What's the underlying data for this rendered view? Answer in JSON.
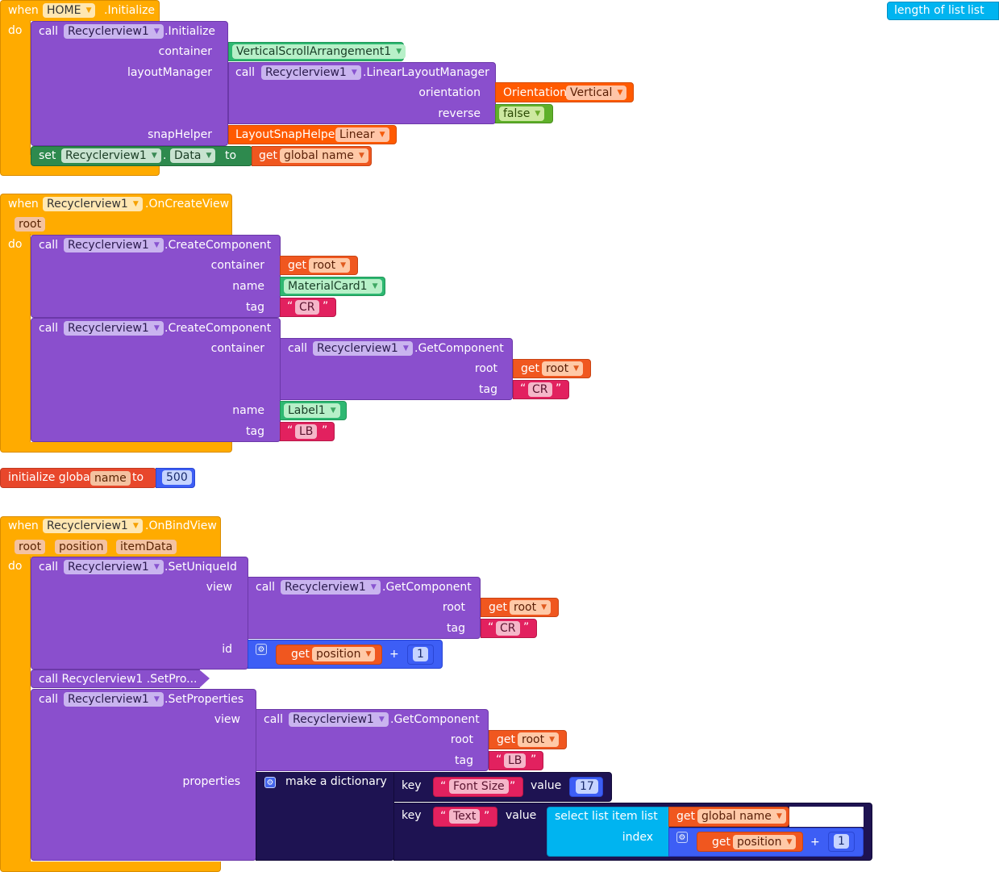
{
  "colors": {
    "event_orange": "#ffab00",
    "component_purple": "#8a4fcd",
    "component_green": "#2eb872",
    "setter_dark_green": "#2e8a4e",
    "option_orange": "#ff5a00",
    "logic_green": "#5fb02a",
    "variable_orange": "#f0571f",
    "text_pink": "#e2215f",
    "math_blue": "#3d5ef5",
    "list_cyan": "#00b4f0",
    "dictionary_navy": "#1e1352"
  },
  "floating": {
    "length_of_list": "length of list",
    "list_socket": "list"
  },
  "b1": {
    "when": "when",
    "component": "HOME",
    "event": ".Initialize",
    "do": "do",
    "call": "call",
    "rv": "Recyclerview1",
    "method": ".Initialize",
    "container_label": "container",
    "container_value": "VerticalScrollArrangement1",
    "layout_label": "layoutManager",
    "call2": "call",
    "rv2": "Recyclerview1",
    "method2": ".LinearLayoutManager",
    "orientation_label": "orientation",
    "orientation_helper": "Orientation",
    "orientation_value": "Vertical",
    "reverse_label": "reverse",
    "reverse_value": "false",
    "snap_label": "snapHelper",
    "snap_helper": "LayoutSnapHelper",
    "snap_value": "Linear",
    "set": "set",
    "set_comp": "Recyclerview1",
    "dot": ".",
    "set_prop": "Data",
    "to": "to",
    "get": "get",
    "get_var": "global name"
  },
  "b2": {
    "when": "when",
    "component": "Recyclerview1",
    "event": ".OnCreateView",
    "param": "root",
    "do": "do",
    "call1": "call",
    "rv1": "Recyclerview1",
    "method1": ".CreateComponent",
    "container_label": "container",
    "get1": "get",
    "root1": "root",
    "name_label": "name",
    "name_value": "MaterialCard1",
    "tag_label": "tag",
    "tag_value": "CR",
    "call2": "call",
    "rv2": "Recyclerview1",
    "method2": ".CreateComponent",
    "container2_label": "container",
    "call3": "call",
    "rv3": "Recyclerview1",
    "method3": ".GetComponent",
    "root_label": "root",
    "get2": "get",
    "root2": "root",
    "tag2_label": "tag",
    "tag2_value": "CR",
    "name2_label": "name",
    "name2_value": "Label1",
    "tag3_label": "tag",
    "tag3_value": "LB"
  },
  "b3": {
    "init": "initialize global",
    "var": "name",
    "to": "to",
    "value": "500"
  },
  "b4": {
    "when": "when",
    "component": "Recyclerview1",
    "event": ".OnBindView",
    "params": [
      "root",
      "position",
      "itemData"
    ],
    "do": "do",
    "call1": "call",
    "rv1": "Recyclerview1",
    "method1": ".SetUniqueId",
    "view_label": "view",
    "call2": "call",
    "rv2": "Recyclerview1",
    "method2": ".GetComponent",
    "root_label": "root",
    "get1": "get",
    "root1": "root",
    "tag_label": "tag",
    "tag_value": "CR",
    "id_label": "id",
    "get2": "get",
    "position": "position",
    "plus": "+",
    "one": "1",
    "collapsed": "call  Recyclerview1 .SetPro...",
    "call3": "call",
    "rv3": "Recyclerview1",
    "method3": ".SetProperties",
    "view2_label": "view",
    "call4": "call",
    "rv4": "Recyclerview1",
    "method4": ".GetComponent",
    "root2_label": "root",
    "get3": "get",
    "root3": "root",
    "tag2_label": "tag",
    "tag2_value": "LB",
    "properties_label": "properties",
    "make_dict": "make a dictionary",
    "key1_label": "key",
    "key1": "Font Size",
    "value1_label": "value",
    "value1": "17",
    "key2_label": "key",
    "key2": "Text",
    "value2_label": "value",
    "select": "select list item  list",
    "get4": "get",
    "global_name": "global name",
    "index_label": "index",
    "get5": "get",
    "position2": "position",
    "plus2": "+",
    "one2": "1"
  }
}
